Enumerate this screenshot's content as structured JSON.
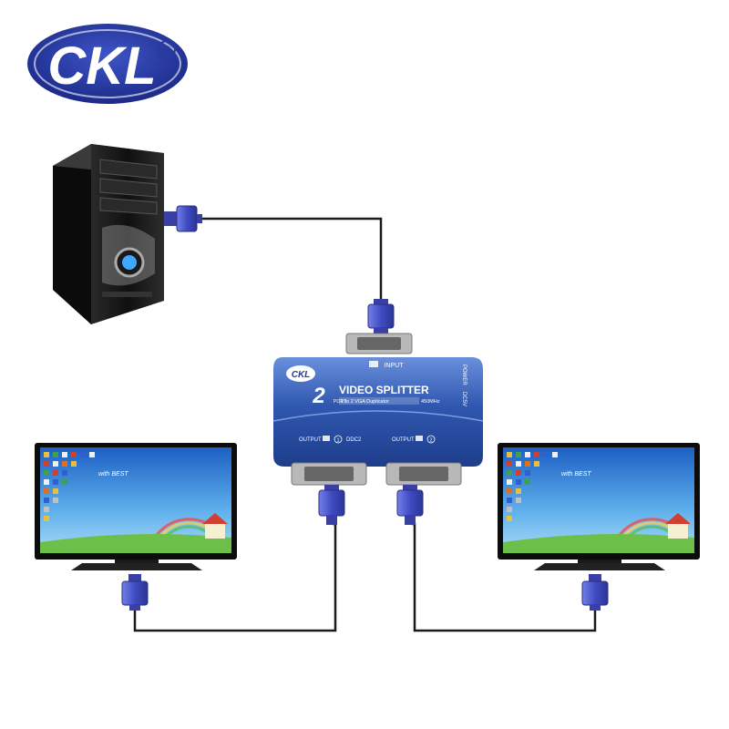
{
  "logo": {
    "text": "CKL",
    "registered": "R",
    "color": "#2a3a9c"
  },
  "splitter": {
    "brand": "CKL",
    "port_count": "2",
    "port_label": "PORT",
    "title": "VIDEO SPLITTER",
    "subtitle": "1 to 2 VGA Duplicator",
    "bandwidth": "450MHz",
    "input_label": "INPUT",
    "power_label": "POWER",
    "dc_label": "DC5V",
    "output_1_label": "OUTPUT",
    "output_1_num": "1",
    "ddc_label": "DDC2",
    "output_2_label": "OUTPUT",
    "output_2_num": "2",
    "body_color": "#2f57b0"
  },
  "monitors": [
    {
      "name": "left-monitor",
      "watermark": "with BEST"
    },
    {
      "name": "right-monitor",
      "watermark": "with BEST"
    }
  ],
  "colors": {
    "cable": "#1a1a1a",
    "connector": "#4a56c8",
    "pc_body": "#151515",
    "screen_sky": "#2e86d8",
    "grass": "#6cc04a"
  }
}
